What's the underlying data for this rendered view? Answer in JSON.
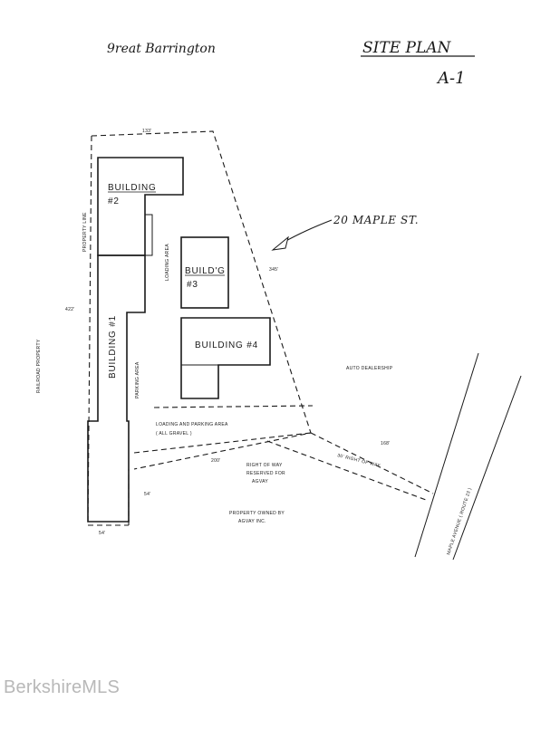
{
  "header": {
    "town": "9reat Barrington",
    "plan_title": "SITE PLAN",
    "sheet_number": "A-1"
  },
  "address_callout": "20 MAPLE ST.",
  "buildings": {
    "b2_name": "BUILDING",
    "b2_number": "#2",
    "b1": "BUILDING #1",
    "b3_name": "BUILD'G",
    "b3_number": "#3",
    "b4": "BUILDING #4"
  },
  "labels": {
    "property_line": "PROPERTY LINE",
    "loading_area": "LOADING AREA",
    "parking_area": "PARKING AREA",
    "railroad_property": "RAILROAD PROPERTY",
    "auto_dealership": "AUTO DEALERSHIP",
    "loading_parking_1": "LOADING AND PARKING AREA",
    "loading_parking_2": "( ALL GRAVEL )",
    "row_reserved_1": "RIGHT OF WAY",
    "row_reserved_2": "RESERVED FOR",
    "row_reserved_3": "AGVAY",
    "row_30": "30' RIGHT OF WAY",
    "owned_1": "PROPERTY OWNED BY",
    "owned_2": "AGVAY INC.",
    "maple_avenue": "MAPLE AVENUE ( ROUTE 23 )"
  },
  "dimensions": {
    "top": "133'",
    "left": "422'",
    "diagonal": "345'",
    "south": "200'",
    "east": "168'",
    "stub": "54'",
    "bottom": "54'"
  },
  "watermark": "BerkshireMLS"
}
